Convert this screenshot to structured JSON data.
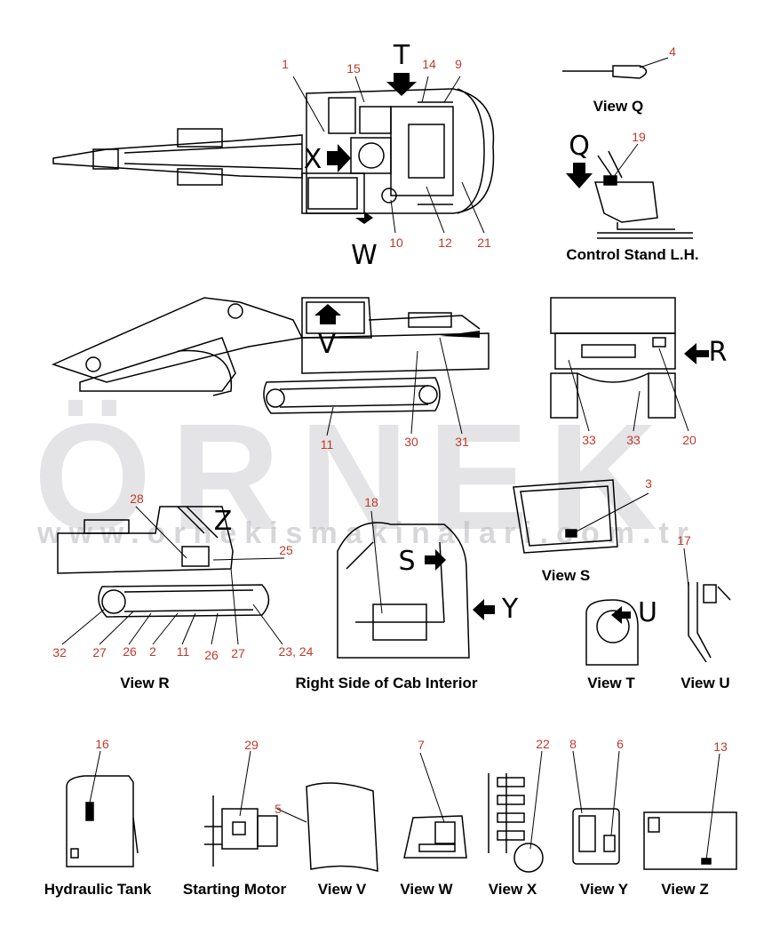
{
  "watermark": {
    "brand": "ÖRNEK",
    "url": "www.ornekismakinalari.com.tr"
  },
  "arrow_labels": {
    "T": "T",
    "X": "X",
    "W": "W",
    "Q": "Q",
    "V": "V",
    "R": "R",
    "Z": "Z",
    "S": "S",
    "Y": "Y",
    "U": "U"
  },
  "captions": {
    "view_q": "View Q",
    "control_stand": "Control Stand L.H.",
    "view_s": "View S",
    "view_r": "View R",
    "cab_interior": "Right Side of Cab Interior",
    "view_t": "View T",
    "view_u": "View U",
    "hydraulic_tank": "Hydraulic Tank",
    "starting_motor": "Starting Motor",
    "view_v": "View V",
    "view_w": "View W",
    "view_x": "View X",
    "view_y": "View Y",
    "view_z": "View Z"
  },
  "callouts": {
    "c1": "1",
    "c15": "15",
    "c14": "14",
    "c9": "9",
    "c4": "4",
    "c19": "19",
    "c10": "10",
    "c12": "12",
    "c21": "21",
    "c11a": "11",
    "c30": "30",
    "c31": "31",
    "c33a": "33",
    "c33b": "33",
    "c20": "20",
    "c3": "3",
    "c28": "28",
    "c25": "25",
    "c18": "18",
    "c17": "17",
    "c32": "32",
    "c27a": "27",
    "c26a": "26",
    "c2": "2",
    "c11b": "11",
    "c26b": "26",
    "c27b": "27",
    "c23_24": "23, 24",
    "c16": "16",
    "c29": "29",
    "c5": "5",
    "c7": "7",
    "c22": "22",
    "c8": "8",
    "c6": "6",
    "c13": "13"
  }
}
